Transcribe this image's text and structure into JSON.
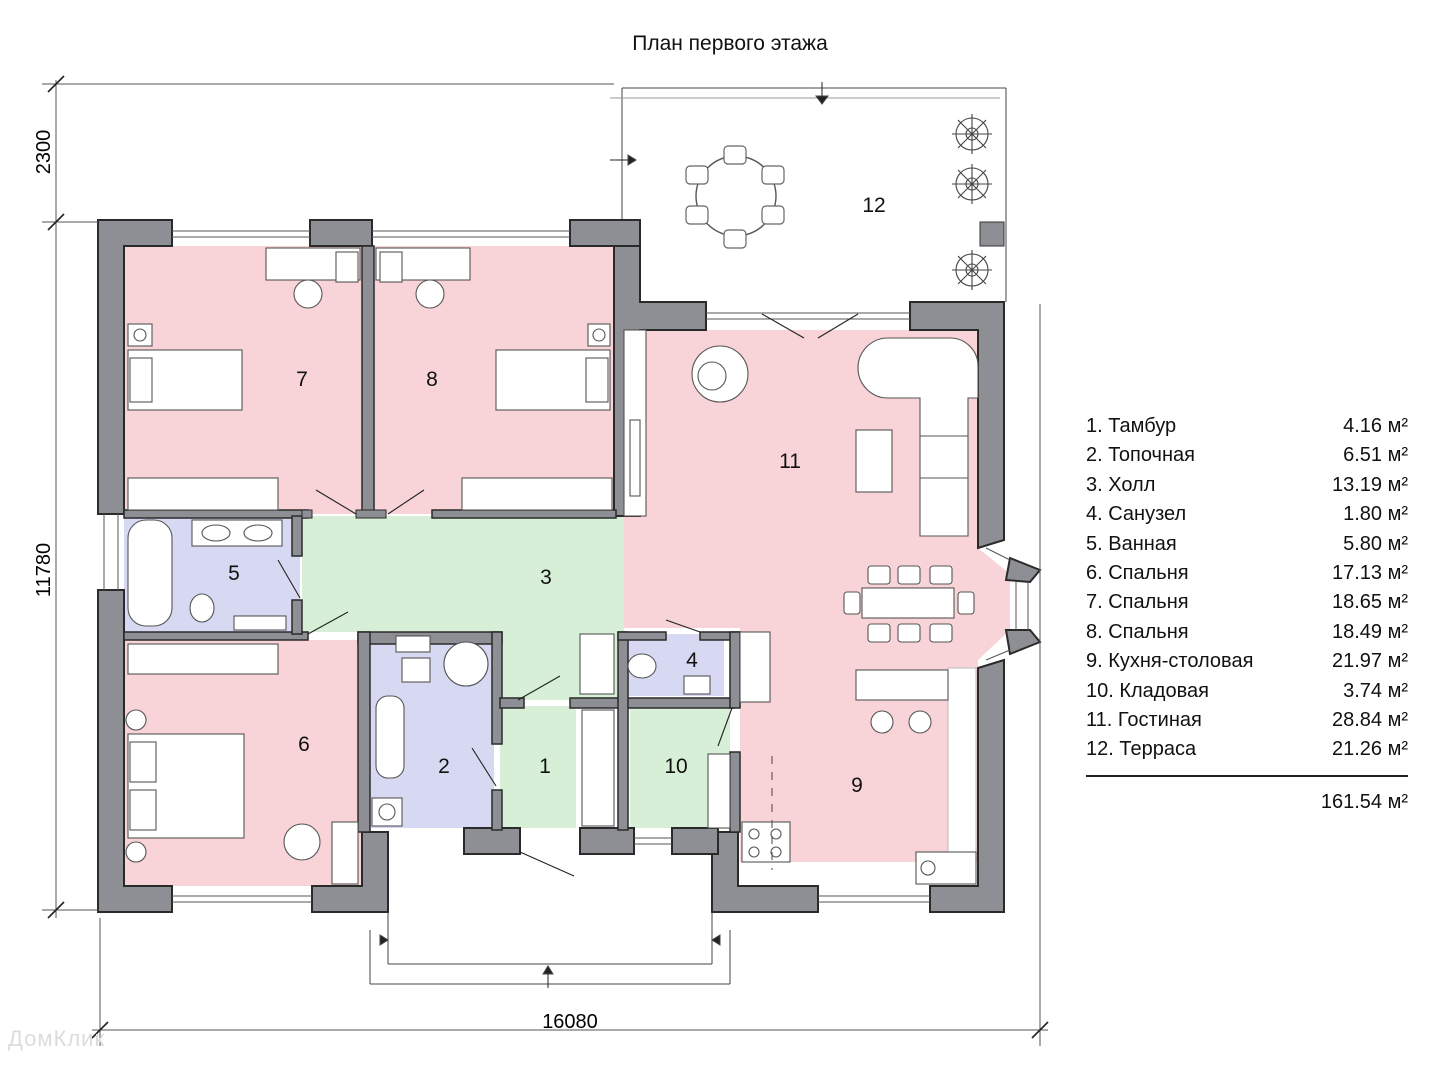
{
  "title": "План первого этажа",
  "colors": {
    "bedroom": "#f8d3d7",
    "living": "#f8d3d7",
    "hall": "#d6efd6",
    "wet": "#d7d9f3",
    "wall": "#8e8f94",
    "terrace": "#ffffff"
  },
  "rooms": [
    {
      "number": "1",
      "name": "Тамбур",
      "area": "4.16 м²",
      "zone": "hall"
    },
    {
      "number": "2",
      "name": "Топочная",
      "area": "6.51 м²",
      "zone": "wet"
    },
    {
      "number": "3",
      "name": "Холл",
      "area": "13.19 м²",
      "zone": "hall"
    },
    {
      "number": "4",
      "name": "Санузел",
      "area": "1.80 м²",
      "zone": "wet"
    },
    {
      "number": "5",
      "name": "Ванная",
      "area": "5.80 м²",
      "zone": "wet"
    },
    {
      "number": "6",
      "name": "Спальня",
      "area": "17.13 м²",
      "zone": "bedroom"
    },
    {
      "number": "7",
      "name": "Спальня",
      "area": "18.65 м²",
      "zone": "bedroom"
    },
    {
      "number": "8",
      "name": "Спальня",
      "area": "18.49 м²",
      "zone": "bedroom"
    },
    {
      "number": "9",
      "name": "Кухня-столовая",
      "area": "21.97 м²",
      "zone": "living"
    },
    {
      "number": "10",
      "name": "Кладовая",
      "area": "3.74 м²",
      "zone": "hall"
    },
    {
      "number": "11",
      "name": "Гостиная",
      "area": "28.84 м²",
      "zone": "living"
    },
    {
      "number": "12",
      "name": "Терраса",
      "area": "21.26 м²",
      "zone": "terrace"
    }
  ],
  "legend": [
    {
      "label": "1. Тамбур",
      "area": "4.16 м²"
    },
    {
      "label": "2. Топочная",
      "area": "6.51 м²"
    },
    {
      "label": "3. Холл",
      "area": "13.19 м²"
    },
    {
      "label": "4. Санузел",
      "area": "1.80 м²"
    },
    {
      "label": "5. Ванная",
      "area": "5.80 м²"
    },
    {
      "label": "6. Спальня",
      "area": "17.13 м²"
    },
    {
      "label": "7. Спальня",
      "area": "18.65 м²"
    },
    {
      "label": "8. Спальня",
      "area": "18.49 м²"
    },
    {
      "label": "9. Кухня-столовая",
      "area": "21.97 м²"
    },
    {
      "label": "10. Кладовая",
      "area": "3.74 м²"
    },
    {
      "label": "11. Гостиная",
      "area": "28.84 м²"
    },
    {
      "label": "12. Терраса",
      "area": "21.26 м²"
    }
  ],
  "total_area": "161.54 м²",
  "dimensions": {
    "overall_width": "16080",
    "overall_depth": "11780",
    "terrace_depth": "2300"
  },
  "watermark": "ДомКлик"
}
